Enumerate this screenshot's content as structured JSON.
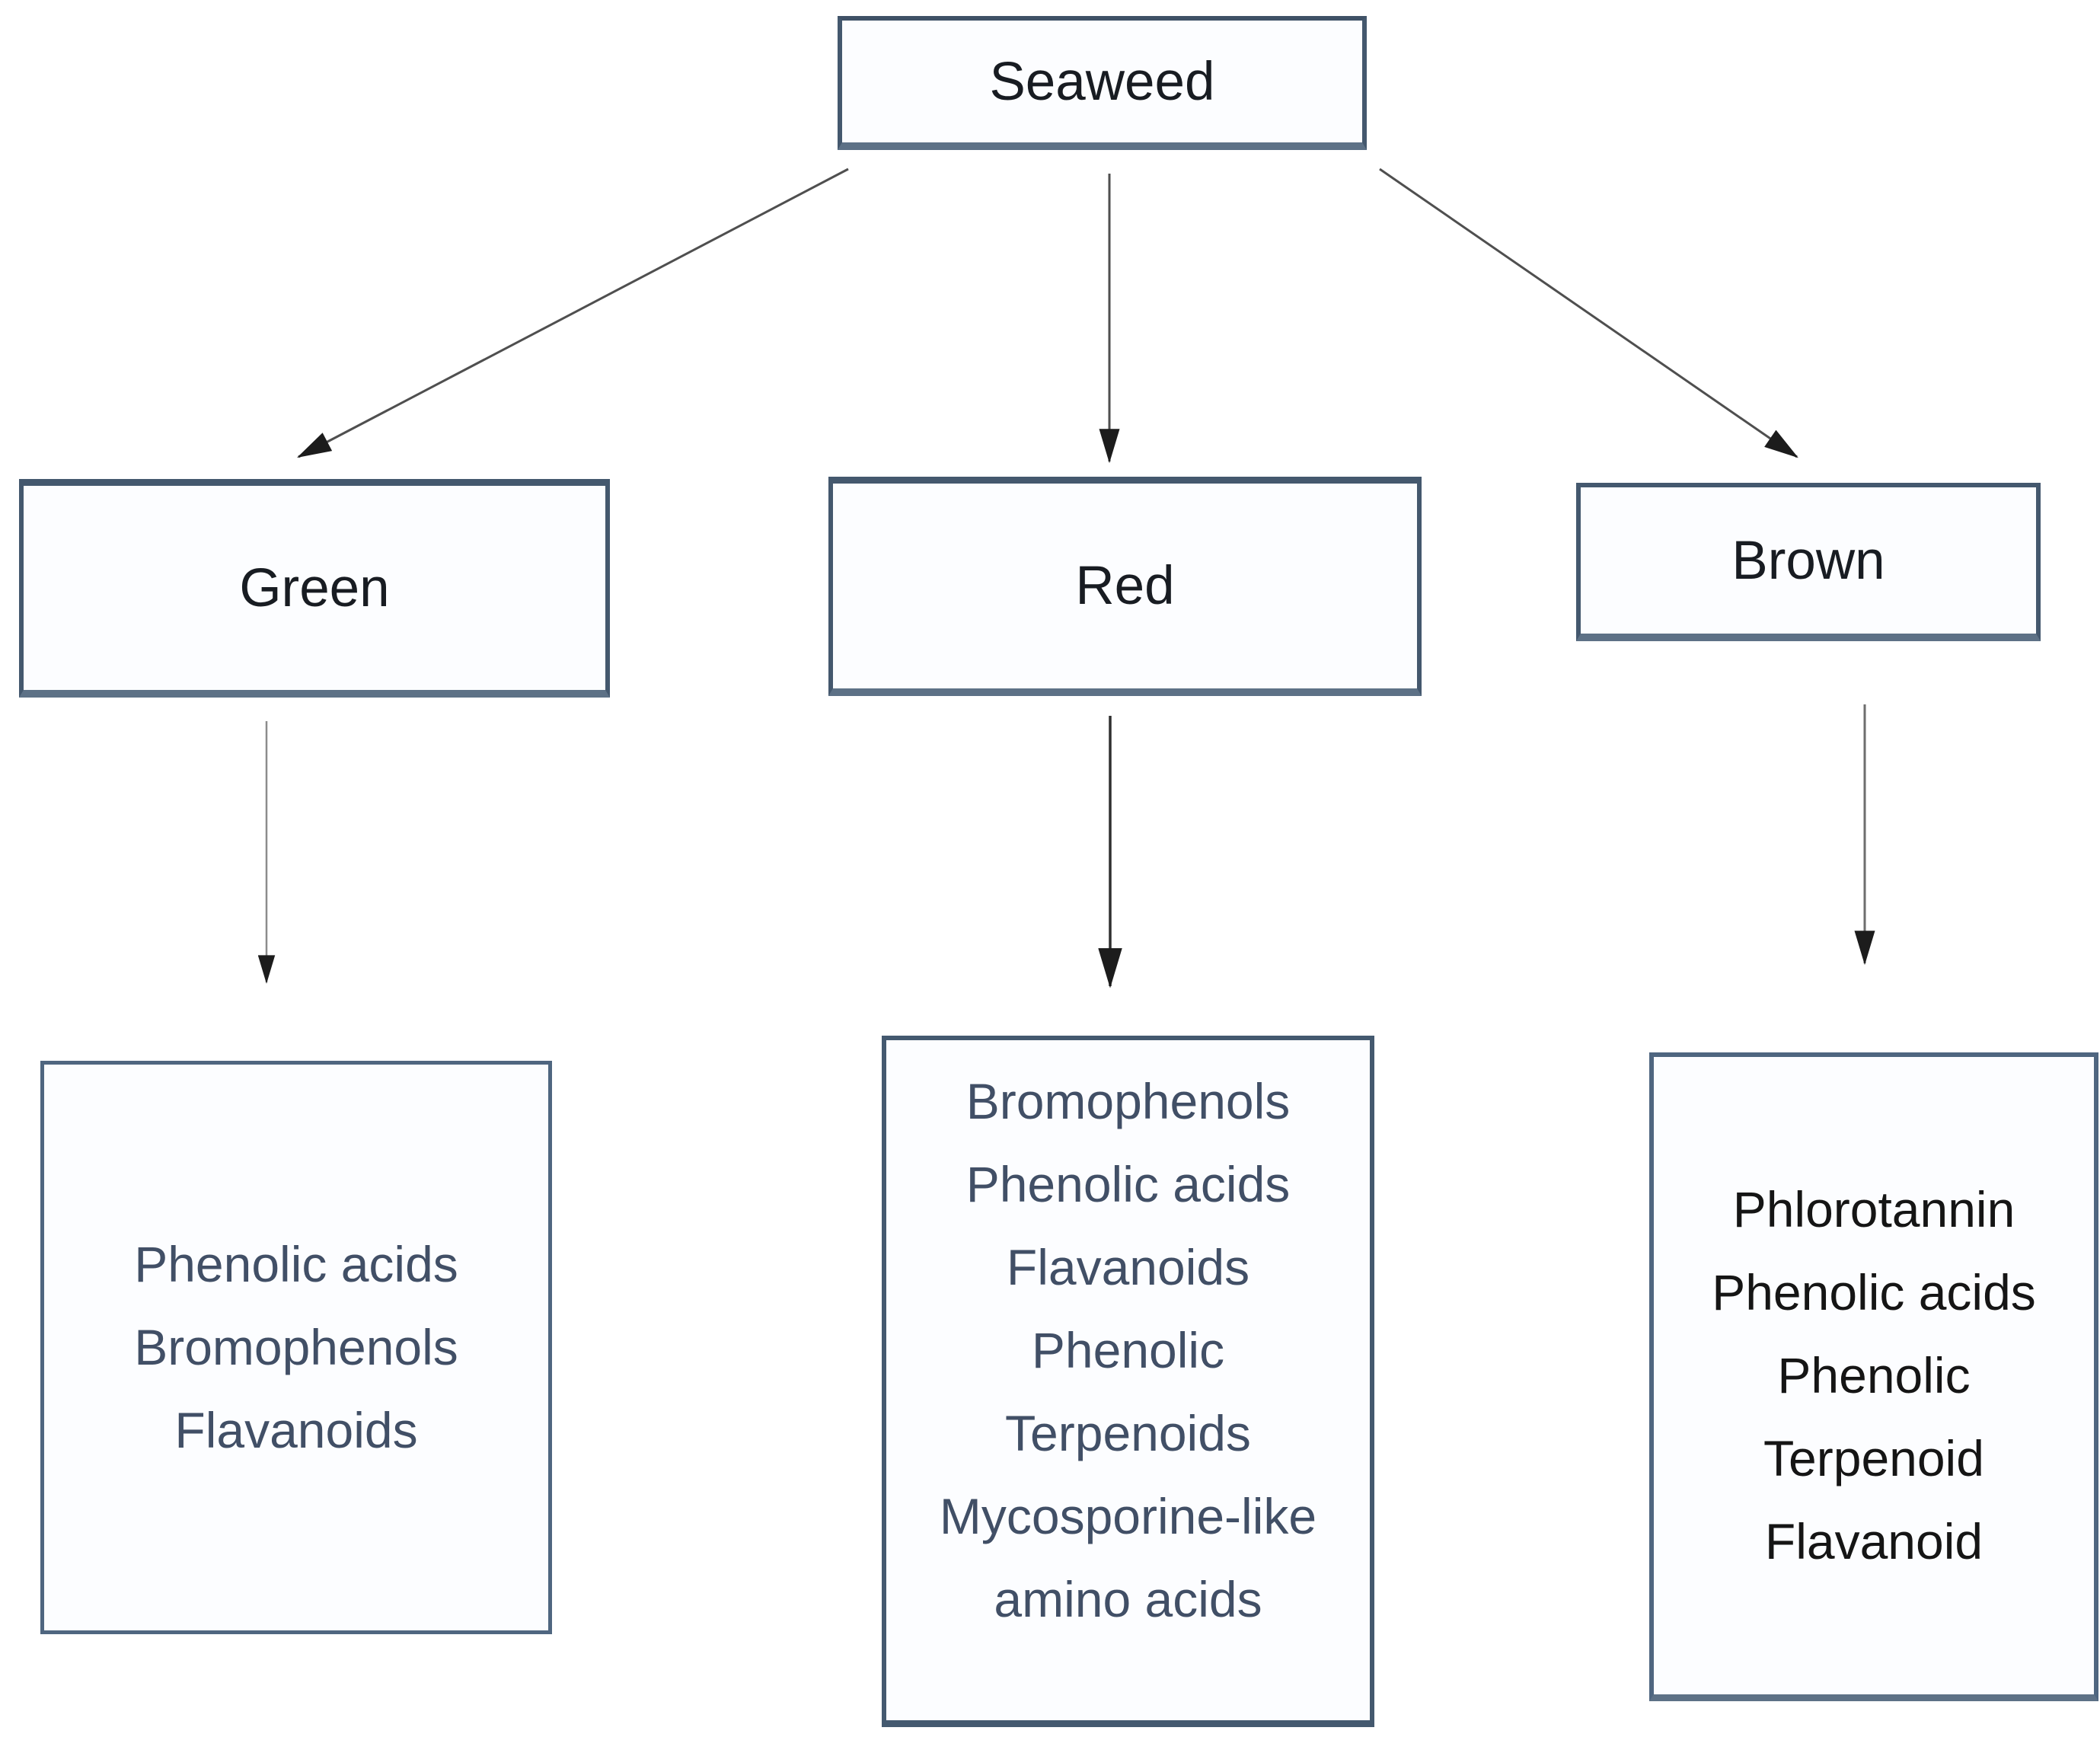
{
  "diagram": {
    "root_label": "Seaweed",
    "branches": [
      {
        "label": "Green",
        "compounds": [
          "Phenolic acids",
          "Bromophenols",
          "Flavanoids"
        ]
      },
      {
        "label": "Red",
        "compounds": [
          "Bromophenols",
          "Phenolic acids",
          "Flavanoids",
          "Phenolic",
          "Terpenoids",
          "Mycosporine-like amino acids"
        ]
      },
      {
        "label": "Brown",
        "compounds": [
          "Phlorotannin",
          "Phenolic acids",
          "Phenolic",
          "Terpenoid",
          "Flavanoid"
        ]
      }
    ],
    "colors": {
      "background": "#ffffff",
      "box_fill": "#fcfdff",
      "box_border": "#44586e",
      "label_text": "#181c22",
      "list_text_slate": "#414f66",
      "list_text_dark": "#151515",
      "arrow": "#4f4f4f",
      "arrowhead": "#1c1c1c"
    }
  }
}
